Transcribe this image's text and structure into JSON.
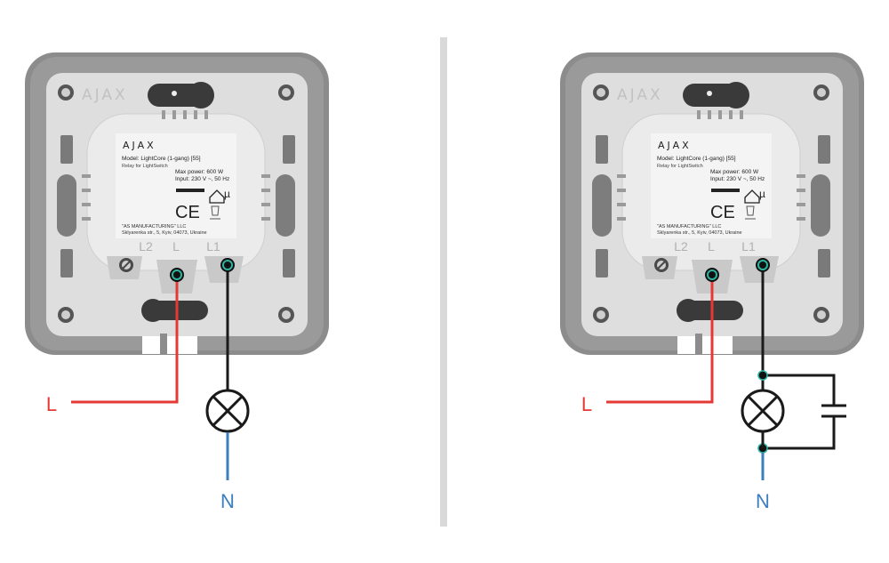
{
  "colors": {
    "frame": "#8c8c8c",
    "frame_dark": "#6f6f6f",
    "plate": "#dedede",
    "module": "#ebebeb",
    "label_bg": "#f4f4f4",
    "phase_wire": "#e53935",
    "neutral_wire": "#3d7ebf",
    "load_wire": "#1a1a1a",
    "terminal_ring": "#2bb5a0",
    "divider": "#d9d9d9"
  },
  "diagrams": [
    {
      "id": "without-capacitor",
      "device": {
        "brand": "AJAX",
        "label_brand": "AJAX",
        "model_line": "Model: LightCore (1-gang) [55]",
        "subtitle": "Relay for LightSwitch",
        "max_power": "Max power: 600 W",
        "input": "Input: 230 V ~, 50 Hz",
        "manufacturer": "\"AS MANUFACTURING\" LLC",
        "address": "Sklyarenka str., 5, Kyiv, 04073, Ukraine",
        "terminals": [
          "L2",
          "L",
          "L1"
        ],
        "mu": "µ"
      },
      "wires": {
        "phase": "L",
        "neutral": "N"
      },
      "has_capacitor": false
    },
    {
      "id": "with-capacitor",
      "device": {
        "brand": "AJAX",
        "label_brand": "AJAX",
        "model_line": "Model: LightCore (1-gang) [55]",
        "subtitle": "Relay for LightSwitch",
        "max_power": "Max power: 600 W",
        "input": "Input: 230 V ~, 50 Hz",
        "manufacturer": "\"AS MANUFACTURING\" LLC",
        "address": "Sklyarenka str., 5, Kyiv, 04073, Ukraine",
        "terminals": [
          "L2",
          "L",
          "L1"
        ],
        "mu": "µ"
      },
      "wires": {
        "phase": "L",
        "neutral": "N"
      },
      "has_capacitor": true
    }
  ]
}
